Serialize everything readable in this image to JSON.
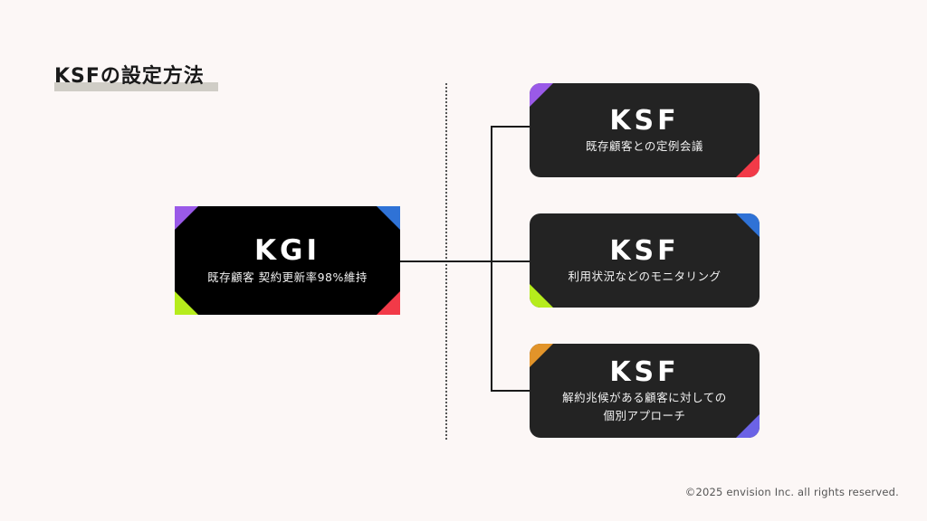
{
  "title": "KSFの設定方法",
  "colors": {
    "background": "#fcf7f6",
    "kgi_box": "#000000",
    "ksf_box": "#232323",
    "purple": "#9a5ae8",
    "blue": "#2f72d6",
    "lime": "#b6ec1c",
    "red": "#f23a48",
    "orange": "#e2942a",
    "indigo": "#6b63e6"
  },
  "kgi": {
    "heading": "KGI",
    "text": "既存顧客 契約更新率98%維持",
    "corners": {
      "tl": "#9a5ae8",
      "tr": "#2f72d6",
      "bl": "#b6ec1c",
      "br": "#f23a48"
    }
  },
  "ksf": [
    {
      "heading": "KSF",
      "text": "既存顧客との定例会議",
      "corners": {
        "tl": "#9a5ae8",
        "br": "#f23a48"
      }
    },
    {
      "heading": "KSF",
      "text": "利用状況などのモニタリング",
      "corners": {
        "tr": "#2f72d6",
        "bl": "#b6ec1c"
      }
    },
    {
      "heading": "KSF",
      "text_line1": "解約兆候がある顧客に対しての",
      "text_line2": "個別アプローチ",
      "corners": {
        "tl": "#e2942a",
        "br": "#6b63e6"
      }
    }
  ],
  "footer": "©2025 envision Inc. all rights reserved."
}
